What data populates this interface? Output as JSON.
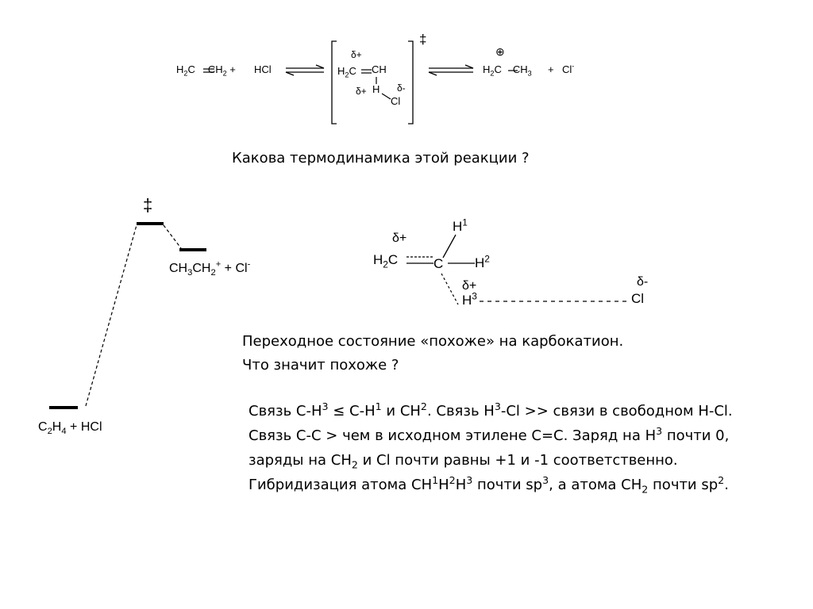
{
  "reaction": {
    "reactant_1": [
      "H",
      "2",
      "C",
      "CH",
      "2",
      " +"
    ],
    "reactant_2": "HCl",
    "ts_delta_plus_top": "δ+",
    "ts_ch2": [
      "H",
      "2",
      "C"
    ],
    "ts_ch": "CH",
    "ts_delta_plus_h": "δ+",
    "ts_h": "H",
    "ts_delta_minus": "δ-",
    "ts_cl": "Cl",
    "ts_double_dagger": "‡",
    "product_ch2": [
      "H",
      "2",
      "C"
    ],
    "product_ch3": [
      "CH",
      "3"
    ],
    "product_plus": "+",
    "product_cl": [
      "Cl",
      "-"
    ],
    "charge_symbol": "⊕"
  },
  "question": "Какова термодинамика этой реакции ?",
  "energy_diagram": {
    "ts_symbol": "‡",
    "product_label": [
      "CH",
      "3",
      "CH",
      "2",
      "+",
      " + Cl",
      "-"
    ],
    "reactant_label": [
      "C",
      "2",
      "H",
      "4",
      " + HCl"
    ]
  },
  "ts_structure": {
    "delta_plus_1": "δ+",
    "h2c": [
      "H",
      "2",
      "C"
    ],
    "c": "C",
    "h1": [
      "H",
      "1"
    ],
    "h2": [
      "H",
      "2"
    ],
    "delta_plus_2": "δ+",
    "h3": [
      "H",
      "3"
    ],
    "delta_minus": "δ-",
    "cl": "Cl"
  },
  "explanation": {
    "line1": "Переходное состояние «похоже» на карбокатион.",
    "line2": "Что значит похоже ?"
  },
  "details": {
    "p1": [
      "Связь C-H",
      "3",
      " ≤ C-H",
      "1",
      " и CH",
      "2",
      ". Связь H",
      "3",
      "-Cl >> связи в свободном H-Cl."
    ],
    "p2": [
      "Связь C-C > чем в исходном этилене C=C. Заряд на H",
      "3",
      " почти 0,"
    ],
    "p3": [
      "заряды на CH",
      "2",
      " и Cl почти равны +1 и -1 соответственно."
    ],
    "p4": [
      "Гибридизация атома CH",
      "1",
      "H",
      "2",
      "H",
      "3",
      " почти sp",
      "3",
      ", а атома CH",
      "2",
      " почти sp",
      "2",
      "."
    ]
  }
}
